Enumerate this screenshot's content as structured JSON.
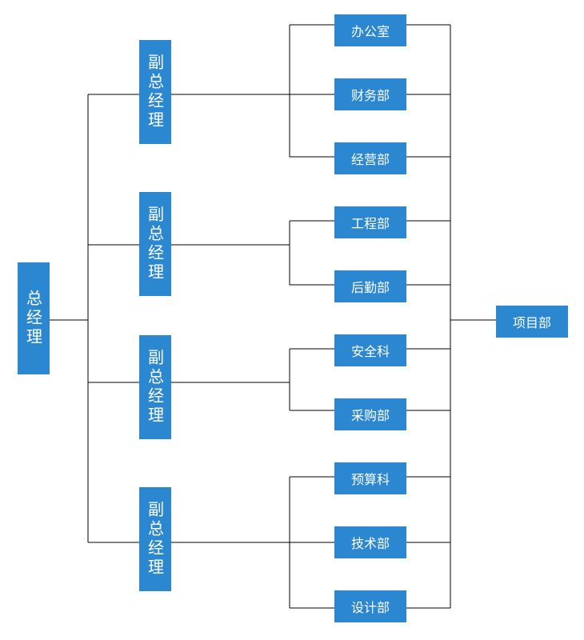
{
  "diagram": {
    "root": "总经理",
    "vice_managers": [
      {
        "label": "副总经理",
        "departments": [
          "办公室",
          "财务部",
          "经营部"
        ]
      },
      {
        "label": "副总经理",
        "departments": [
          "工程部",
          "后勤部"
        ]
      },
      {
        "label": "副总经理",
        "departments": [
          "安全科",
          "采购部"
        ]
      },
      {
        "label": "副总经理",
        "departments": [
          "预算科",
          "技术部",
          "设计部"
        ]
      }
    ],
    "project_department": "项目部"
  },
  "colors": {
    "box_fill": "#2b87cf",
    "box_text": "#ffffff",
    "line": "#000000"
  }
}
